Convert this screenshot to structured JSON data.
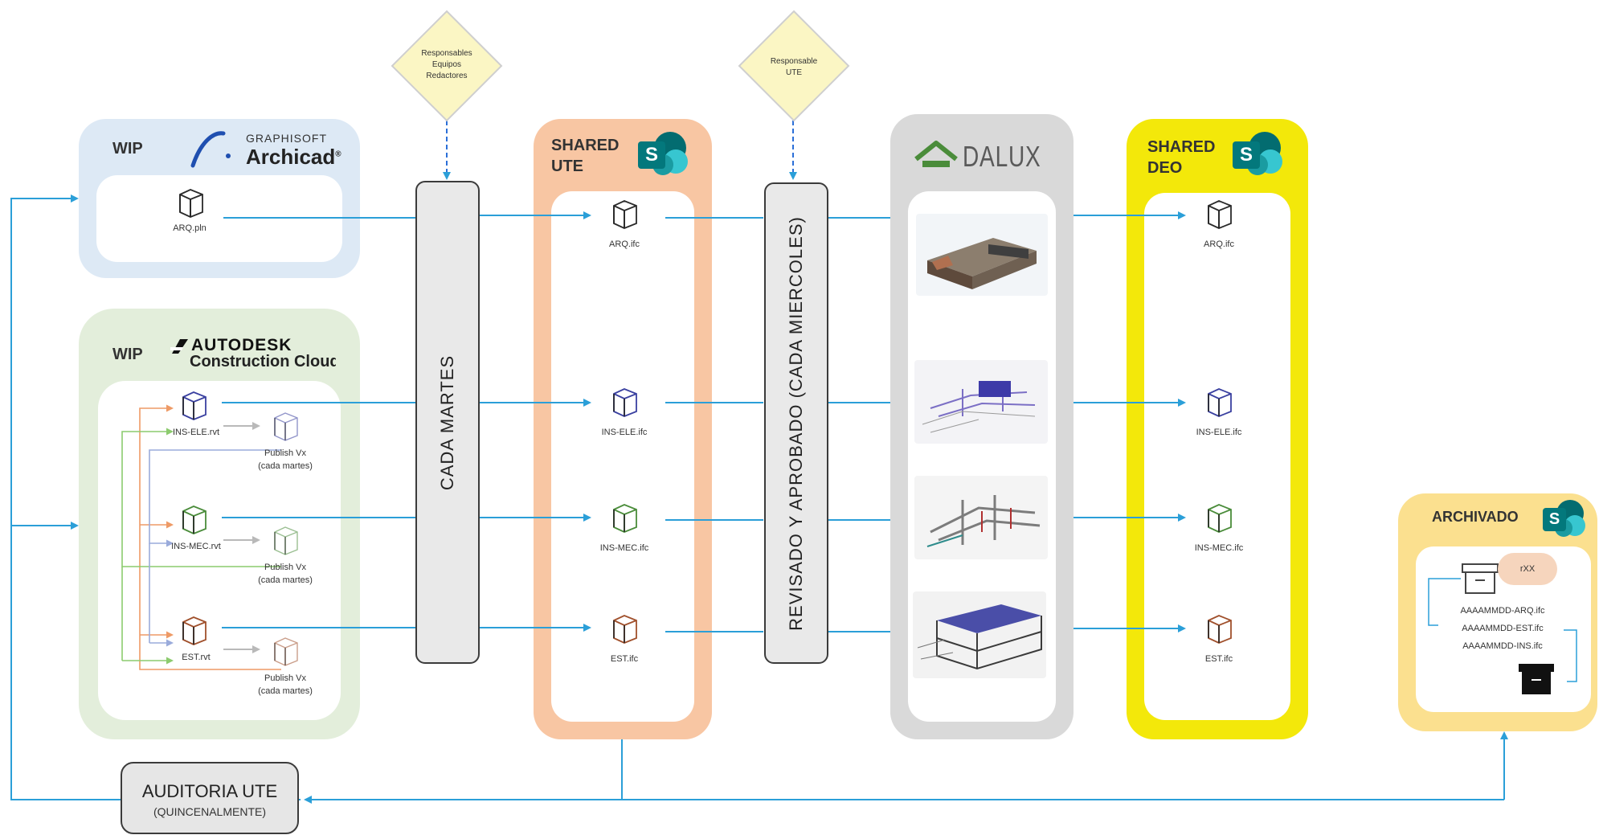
{
  "diamonds": {
    "left": {
      "lines": [
        "Responsables",
        "Equipos",
        "Redactores"
      ]
    },
    "right": {
      "lines": [
        "Responsable",
        "UTE"
      ]
    }
  },
  "wip_archicad": {
    "label": "WIP",
    "brand_top": "GRAPHISOFT",
    "brand_main": "Archicad",
    "brand_mark": "®",
    "file": "ARQ.pln"
  },
  "wip_autodesk": {
    "label": "WIP",
    "brand_top": "AUTODESK",
    "brand_main": "Construction Cloud",
    "files": [
      {
        "name": "INS-ELE.rvt",
        "publish": [
          "Publish Vx",
          "(cada martes)"
        ]
      },
      {
        "name": "INS-MEC.rvt",
        "publish": [
          "Publish Vx",
          "(cada martes)"
        ]
      },
      {
        "name": "EST.rvt",
        "publish": [
          "Publish Vx",
          "(cada martes)"
        ]
      }
    ]
  },
  "cada_martes": "CADA MARTES",
  "revisado": "REVISADO Y APROBADO (CADA MIERCOLES)",
  "shared_ute": {
    "title_lines": [
      "SHARED",
      "UTE"
    ],
    "files": [
      "ARQ.ifc",
      "INS-ELE.ifc",
      "INS-MEC.ifc",
      "EST.ifc"
    ]
  },
  "dalux": {
    "brand": "DALUX"
  },
  "shared_deo": {
    "title_lines": [
      "SHARED",
      "DEO"
    ],
    "files": [
      "ARQ.ifc",
      "INS-ELE.ifc",
      "INS-MEC.ifc",
      "EST.ifc"
    ]
  },
  "archivado": {
    "title": "ARCHIVADO",
    "badge": "rXX",
    "files": [
      "AAAAMMDD-ARQ.ifc",
      "AAAAMMDD-EST.ifc",
      "AAAAMMDD-INS.ifc"
    ]
  },
  "auditoria": {
    "title": "AUDITORIA UTE",
    "subtitle": "(QUINCENALMENTE)"
  },
  "sharepoint": {
    "letter": "S"
  },
  "colors": {
    "arrow": "#2b9fd8",
    "wip_archicad_bg": "#dde9f5",
    "wip_autodesk_bg": "#e3eedb",
    "shared_ute_bg": "#f8c6a3",
    "dalux_bg": "#d9d9d9",
    "shared_deo_bg": "#f3e80a",
    "archivado_bg": "#fbe08f",
    "diamond": "#fbf6c4"
  }
}
